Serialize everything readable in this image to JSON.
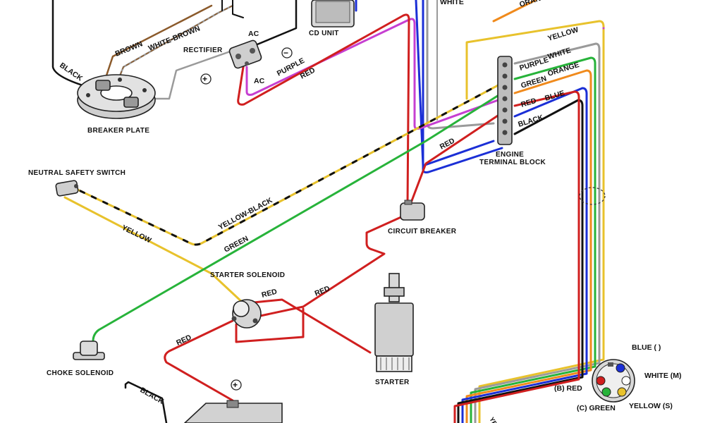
{
  "components": {
    "cd_unit": "CD UNIT",
    "rectifier": "RECTIFIER",
    "breaker_plate": "BREAKER PLATE",
    "neutral_safety_switch": "NEUTRAL SAFETY SWITCH",
    "circuit_breaker": "CIRCUIT BREAKER",
    "engine_terminal_block_l1": "ENGINE",
    "engine_terminal_block_l2": "TERMINAL BLOCK",
    "starter_solenoid": "STARTER SOLENOID",
    "starter": "STARTER",
    "choke_solenoid": "CHOKE SOLENOID"
  },
  "rectifier_terminals": {
    "ac_top": "AC",
    "ac_bottom": "AC",
    "plus": "+",
    "minus": "−"
  },
  "battery_plus": "+",
  "wire_labels": {
    "white_top": "WHITE",
    "orange_top": "ORANGE",
    "brown": "BROWN",
    "white_brown": "WHITE-BROWN",
    "black_breaker": "BLACK",
    "purple_rect": "PURPLE",
    "red_rect": "RED",
    "yellow_block": "YELLOW",
    "purple_block": "PURPLE",
    "white_block": "WHITE",
    "green_block": "GREEN",
    "orange_block": "ORANGE",
    "red_block": "RED",
    "blue_block": "BLUE",
    "black_block": "BLACK",
    "red_mid": "RED",
    "yellow_black": "YELLOW-BLACK",
    "yellow_switch": "YELLOW",
    "green_mid": "GREEN",
    "red_sol_a": "RED",
    "red_sol_b": "RED",
    "red_batt": "RED",
    "black_batt": "BLACK",
    "yellow_bottom": "YEL"
  },
  "plug_pins": {
    "blue": "BLUE  ( )",
    "white": "WHITE  (M)",
    "red": "(B)  RED",
    "green": "(C)  GREEN",
    "yellow": "YELLOW  (S)"
  },
  "colors": {
    "yellow": "#e8c22c",
    "purple": "#c63fd1",
    "white": "#9a9a9a",
    "green": "#27b33a",
    "orange": "#f08a1c",
    "red": "#d01f1f",
    "blue": "#1b2fd6",
    "black": "#111111",
    "brown": "#8b5a2b"
  }
}
